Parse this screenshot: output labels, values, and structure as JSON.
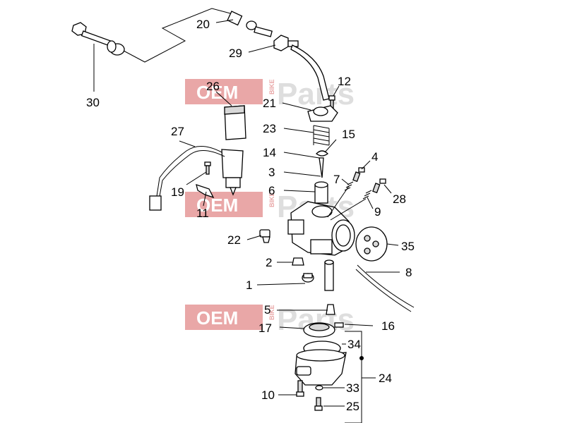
{
  "watermark": {
    "oem": "OEM",
    "bike": "BIKE",
    "parts": "Parts"
  },
  "callouts": {
    "c1": "1",
    "c2": "2",
    "c3": "3",
    "c4": "4",
    "c5": "5",
    "c6": "6",
    "c7": "7",
    "c8": "8",
    "c9": "9",
    "c10": "10",
    "c11": "11",
    "c12": "12",
    "c14": "14",
    "c15": "15",
    "c16": "16",
    "c17": "17",
    "c19": "19",
    "c20": "20",
    "c21": "21",
    "c22": "22",
    "c23": "23",
    "c24": "24",
    "c25": "25",
    "c26": "26",
    "c27": "27",
    "c28": "28",
    "c29": "29",
    "c30": "30",
    "c33": "33",
    "c34": "34",
    "c35": "35"
  }
}
